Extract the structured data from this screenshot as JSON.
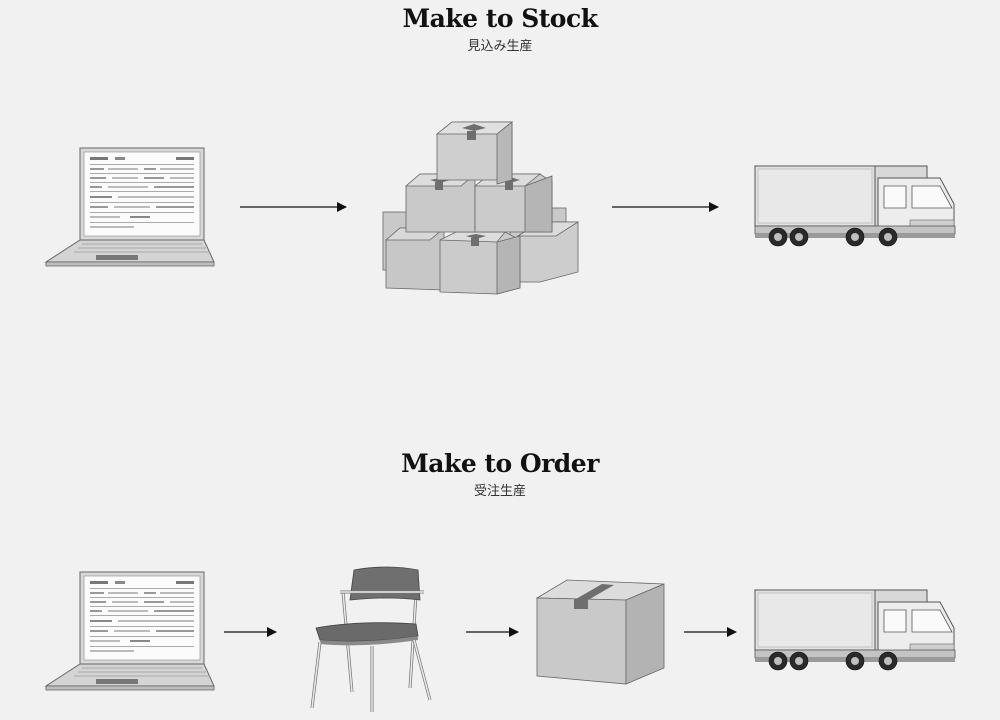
{
  "sections": [
    {
      "title": "Make to Stock",
      "subtitle": "見込み生産",
      "steps": [
        {
          "icon": "laptop-icon"
        },
        {
          "icon": "stacked-boxes-icon"
        },
        {
          "icon": "truck-icon"
        }
      ]
    },
    {
      "title": "Make to Order",
      "subtitle": "受注生産",
      "steps": [
        {
          "icon": "laptop-icon"
        },
        {
          "icon": "chair-icon"
        },
        {
          "icon": "box-icon"
        },
        {
          "icon": "truck-icon"
        }
      ]
    }
  ]
}
